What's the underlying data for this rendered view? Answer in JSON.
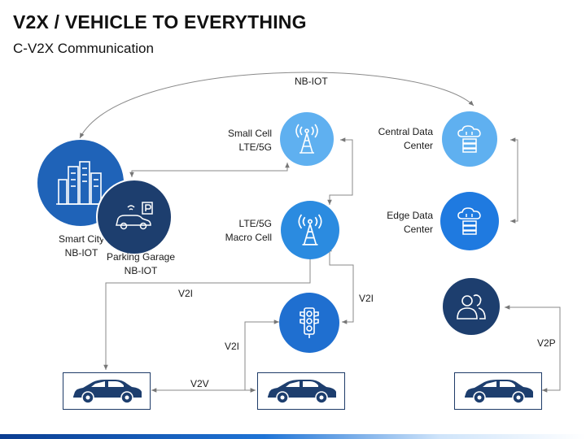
{
  "title": "V2X / VEHICLE TO EVERYTHING",
  "subtitle": "C-V2X Communication",
  "nodes": {
    "small_cell": "Small Cell\nLTE/5G",
    "macro_cell": "LTE/5G\nMacro Cell",
    "central_dc": "Central Data\nCenter",
    "edge_dc": "Edge Data\nCenter",
    "smart_city": "Smart City\nNB-IOT",
    "parking": "Parking Garage\nNB-IOT"
  },
  "edges": {
    "nbiot": "NB-IOT",
    "v2i_left": "V2I",
    "v2i_right": "V2I",
    "v2i_mid": "V2I",
    "v2v": "V2V",
    "v2p": "V2P"
  },
  "colors": {
    "dark_navy": "#1d3e6e",
    "medium_blue": "#2b6fc7",
    "bright_blue": "#1f7ae0",
    "light_blue": "#5fb0f0",
    "arrow": "#777777"
  },
  "icons": {
    "smart_city": "city-buildings-icon",
    "parking": "parking-car-icon",
    "small_cell": "cell-tower-icon",
    "macro_cell": "cell-tower-icon",
    "central_dc": "cloud-server-icon",
    "edge_dc": "cloud-server-icon",
    "traffic": "traffic-light-icon",
    "pedestrian": "people-icon",
    "car": "car-icon"
  }
}
